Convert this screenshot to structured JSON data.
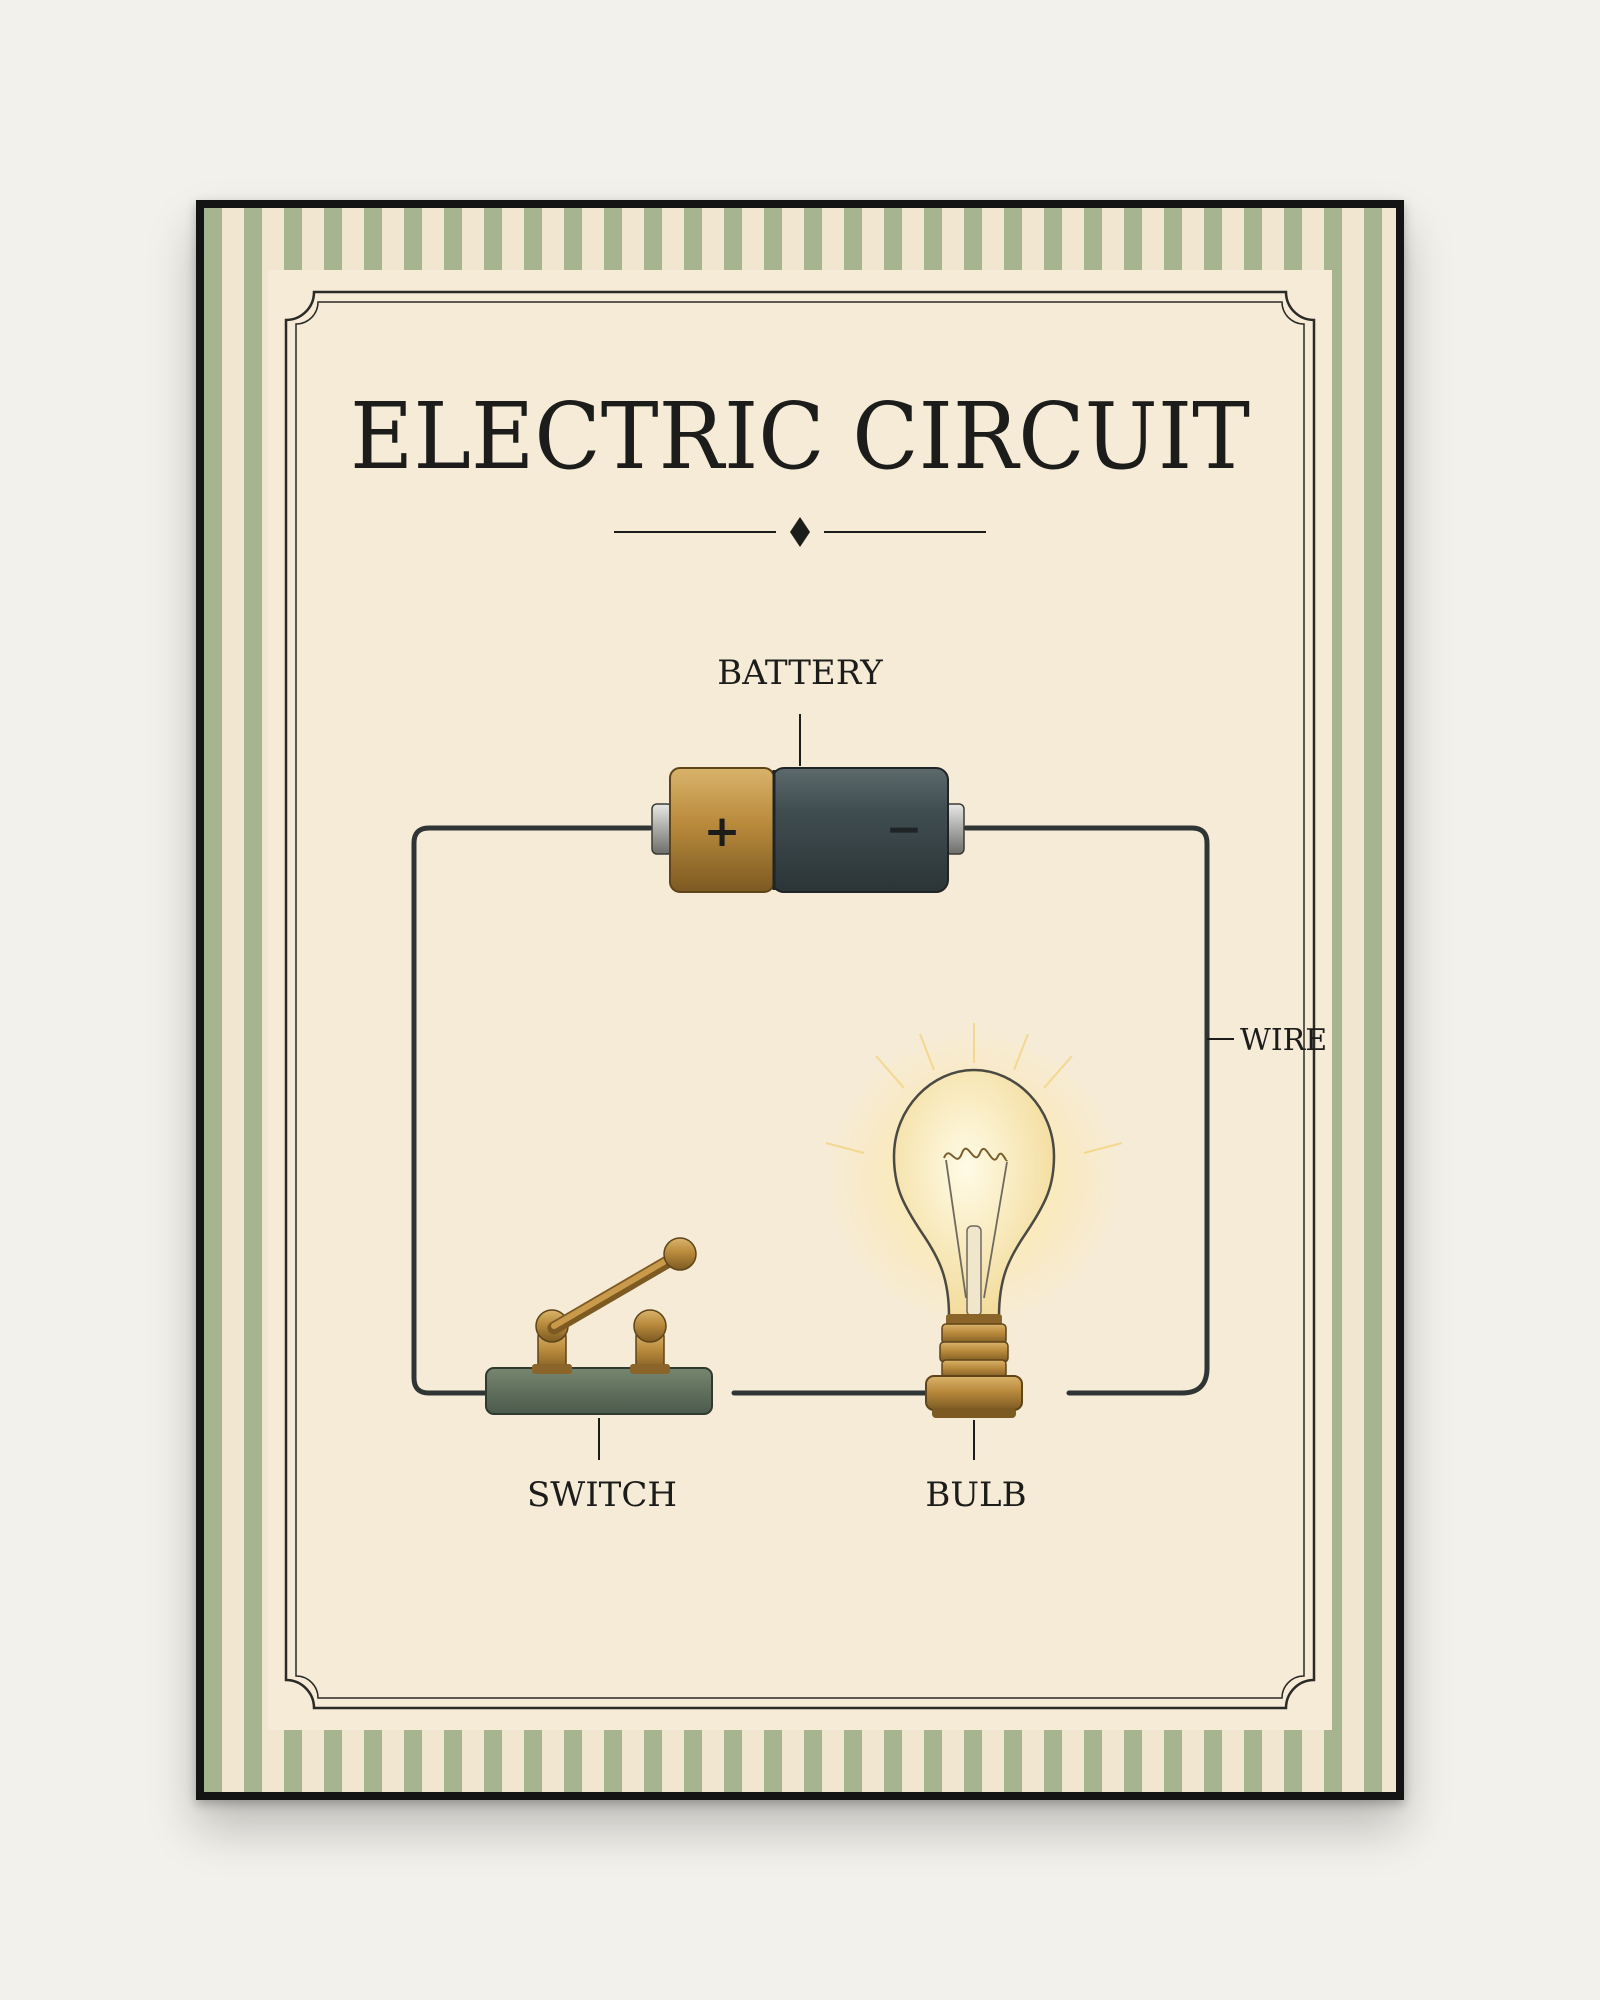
{
  "poster": {
    "title": "ELECTRIC CIRCUIT",
    "labels": {
      "battery": "BATTERY",
      "wire": "WIRE",
      "switch": "SWITCH",
      "bulb": "BULB"
    },
    "battery_terminals": {
      "positive": "+",
      "negative": "−"
    }
  },
  "colors": {
    "background": "#f3f1ec",
    "frame": "#141414",
    "paper": "#f6ebd7",
    "stripe": "#a6b48f",
    "ink": "#1c1c1a",
    "brass": "#b98a3c",
    "battery_body": "#3e4b4e",
    "switch_base": "#5d6e5c",
    "bulb_glow": "#fff0b3"
  },
  "icons": [
    "battery-icon",
    "knife-switch-icon",
    "light-bulb-icon",
    "diamond-ornament-icon"
  ]
}
